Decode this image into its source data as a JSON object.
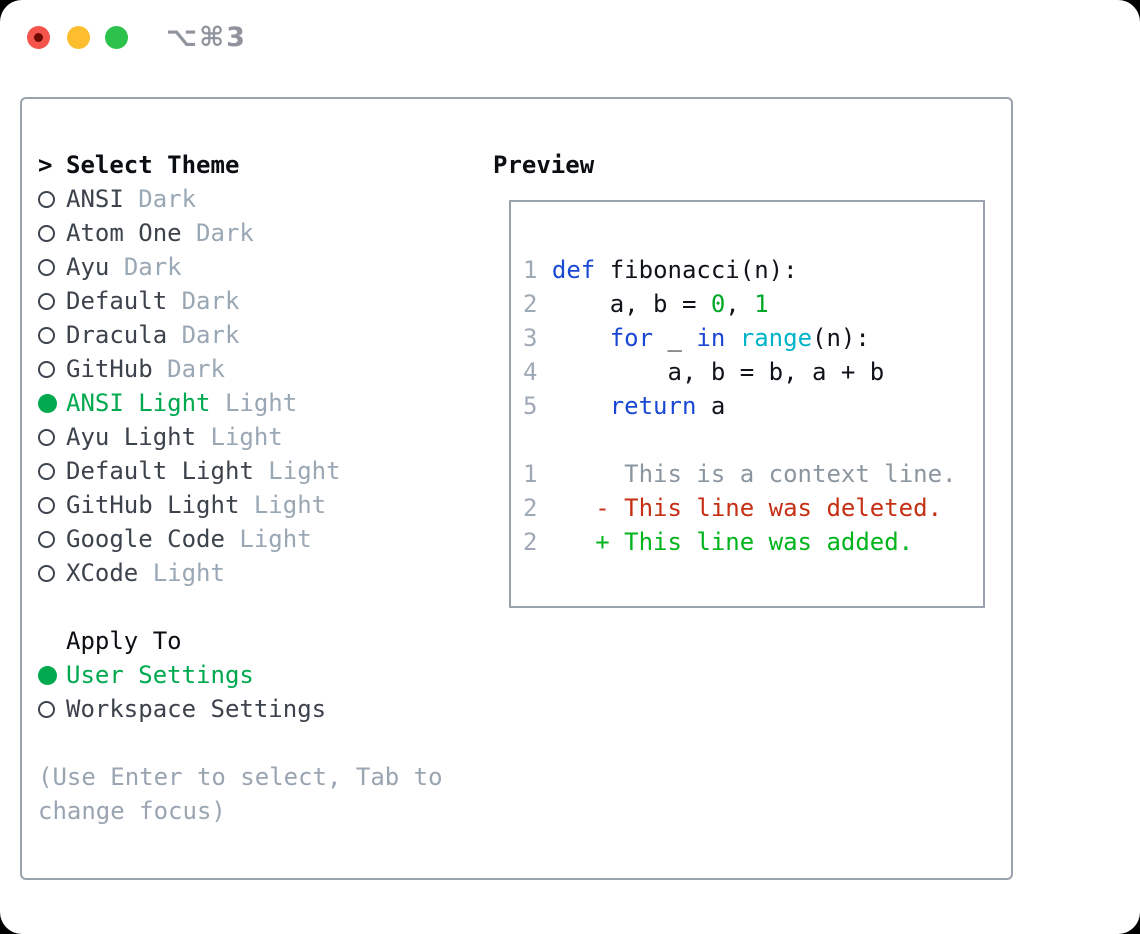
{
  "window": {
    "title": "⌥⌘3",
    "controls": [
      "close",
      "minimize",
      "zoom"
    ]
  },
  "theme_panel": {
    "header": {
      "marker": ">",
      "label": "Select Theme"
    },
    "themes": [
      {
        "name": "ANSI",
        "variant": "Dark",
        "selected": false
      },
      {
        "name": "Atom One",
        "variant": "Dark",
        "selected": false
      },
      {
        "name": "Ayu",
        "variant": "Dark",
        "selected": false
      },
      {
        "name": "Default",
        "variant": "Dark",
        "selected": false
      },
      {
        "name": "Dracula",
        "variant": "Dark",
        "selected": false
      },
      {
        "name": "GitHub",
        "variant": "Dark",
        "selected": false
      },
      {
        "name": "ANSI Light",
        "variant": "Light",
        "selected": true
      },
      {
        "name": "Ayu Light",
        "variant": "Light",
        "selected": false
      },
      {
        "name": "Default Light",
        "variant": "Light",
        "selected": false
      },
      {
        "name": "GitHub Light",
        "variant": "Light",
        "selected": false
      },
      {
        "name": "Google Code",
        "variant": "Light",
        "selected": false
      },
      {
        "name": "XCode",
        "variant": "Light",
        "selected": false
      }
    ],
    "apply_to": {
      "header": "Apply To",
      "options": [
        {
          "label": "User Settings",
          "selected": true
        },
        {
          "label": "Workspace Settings",
          "selected": false
        }
      ]
    },
    "hint_lines": [
      "(Use Enter to select, Tab to",
      "change focus)"
    ]
  },
  "preview": {
    "label": "Preview",
    "lines": [
      {
        "tokens": [
          {
            "t": "1 ",
            "c": "ln"
          },
          {
            "t": "def",
            "c": "kw"
          },
          {
            "t": " fibonacci(n):",
            "c": "pl"
          }
        ]
      },
      {
        "tokens": [
          {
            "t": "2",
            "c": "ln"
          },
          {
            "t": "     a, b = ",
            "c": "pl"
          },
          {
            "t": "0",
            "c": "num"
          },
          {
            "t": ", ",
            "c": "pl"
          },
          {
            "t": "1",
            "c": "num"
          }
        ]
      },
      {
        "tokens": [
          {
            "t": "3",
            "c": "ln"
          },
          {
            "t": "     ",
            "c": "pl"
          },
          {
            "t": "for",
            "c": "kw"
          },
          {
            "t": " _ ",
            "c": "pl"
          },
          {
            "t": "in",
            "c": "kw"
          },
          {
            "t": " ",
            "c": "pl"
          },
          {
            "t": "range",
            "c": "bi"
          },
          {
            "t": "(n):",
            "c": "pl"
          }
        ]
      },
      {
        "tokens": [
          {
            "t": "4",
            "c": "ln"
          },
          {
            "t": "         a, b = b, a + b",
            "c": "pl"
          }
        ]
      },
      {
        "tokens": [
          {
            "t": "5",
            "c": "ln"
          },
          {
            "t": "     ",
            "c": "pl"
          },
          {
            "t": "return",
            "c": "kw"
          },
          {
            "t": " a",
            "c": "pl"
          }
        ]
      },
      {
        "tokens": [
          {
            "t": " ",
            "c": "pl"
          }
        ]
      },
      {
        "tokens": [
          {
            "t": "1",
            "c": "ln"
          },
          {
            "t": "      ",
            "c": "pl"
          },
          {
            "t": "This is a context line.",
            "c": "ctx"
          }
        ]
      },
      {
        "tokens": [
          {
            "t": "2",
            "c": "ln"
          },
          {
            "t": "    ",
            "c": "pl"
          },
          {
            "t": "- This line was deleted.",
            "c": "del"
          }
        ]
      },
      {
        "tokens": [
          {
            "t": "2",
            "c": "ln"
          },
          {
            "t": "    ",
            "c": "pl"
          },
          {
            "t": "+ This line was added.",
            "c": "add"
          }
        ]
      }
    ]
  },
  "colors": {
    "accent_green": "#00a94e",
    "keyword_blue": "#1a48d4",
    "builtin_cyan": "#00b3c8",
    "number_green": "#00a828",
    "deleted_red": "#c52f14",
    "added_green": "#00b41c",
    "muted_gray": "#9aa5b2",
    "border_gray": "#9aa2ad",
    "traffic_red": "#f4544c",
    "traffic_yellow": "#fcbd2e",
    "traffic_green": "#2dc24b"
  }
}
